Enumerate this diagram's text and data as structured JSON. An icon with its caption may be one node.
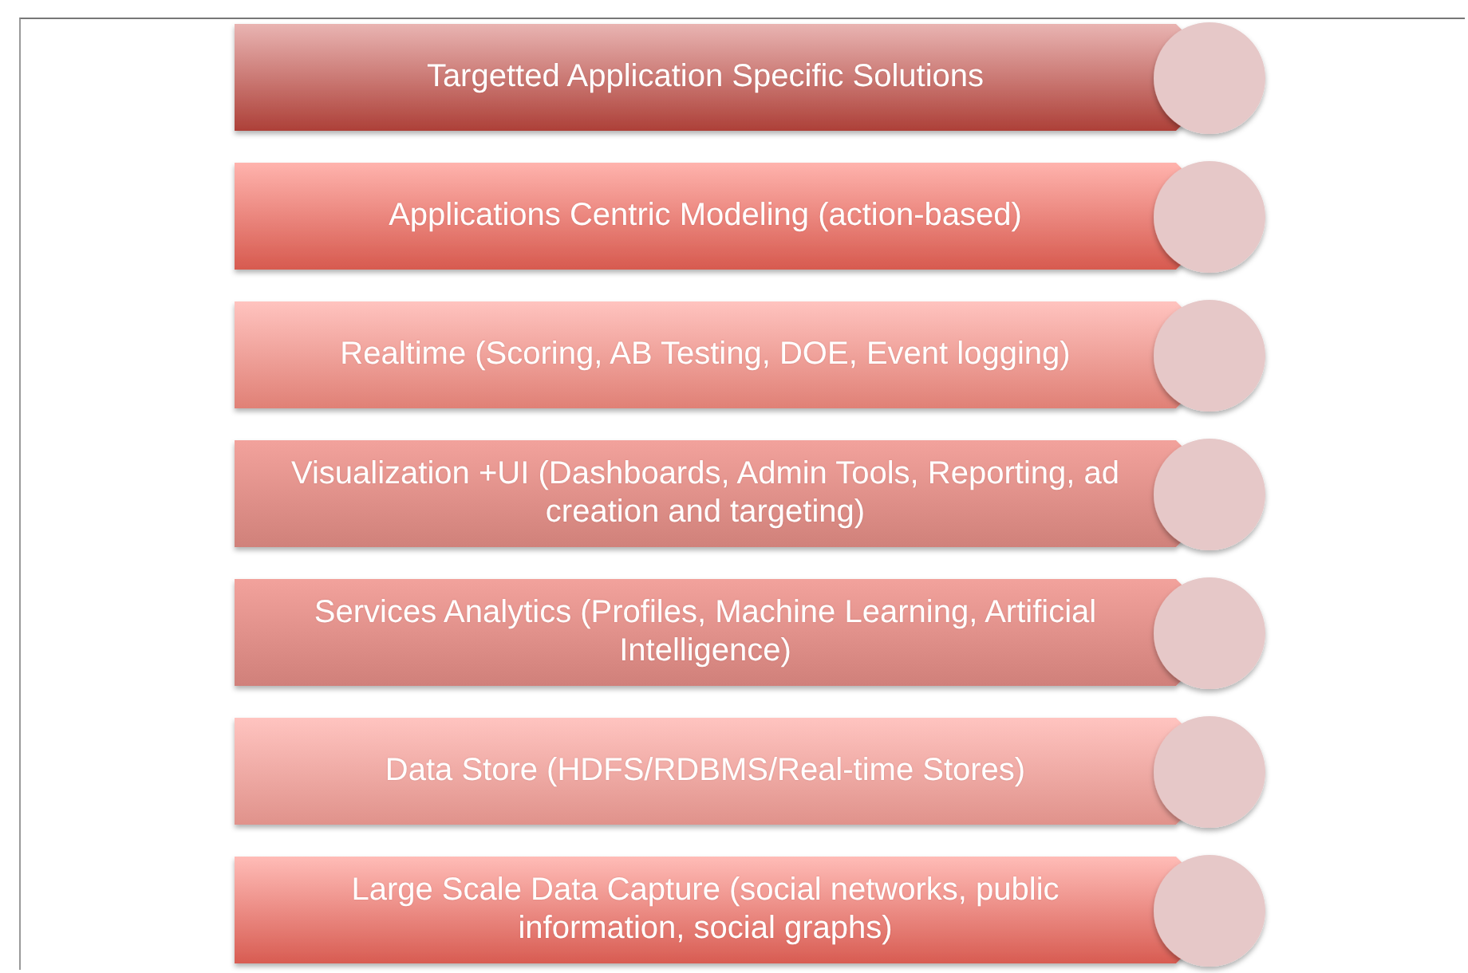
{
  "diagram": {
    "nodes": [
      {
        "text": [
          "Targetted Application Specific Solutions"
        ]
      },
      {
        "text": [
          "Applications Centric Modeling (action-based)"
        ]
      },
      {
        "text": [
          "Realtime (Scoring, AB Testing, DOE, Event logging)"
        ]
      },
      {
        "text": [
          "Visualization +UI (Dashboards, Admin Tools, Reporting, ad creation and targeting)"
        ]
      },
      {
        "text": [
          "Services Analytics (Profiles, Machine Learning, Artificial Intelligence)"
        ]
      },
      {
        "text": [
          "Data Store (HDFS/RDBMS/Real-time Stores)"
        ]
      },
      {
        "text": [
          "Large Scale Data Capture (social networks, public information, social graphs)"
        ]
      }
    ]
  }
}
